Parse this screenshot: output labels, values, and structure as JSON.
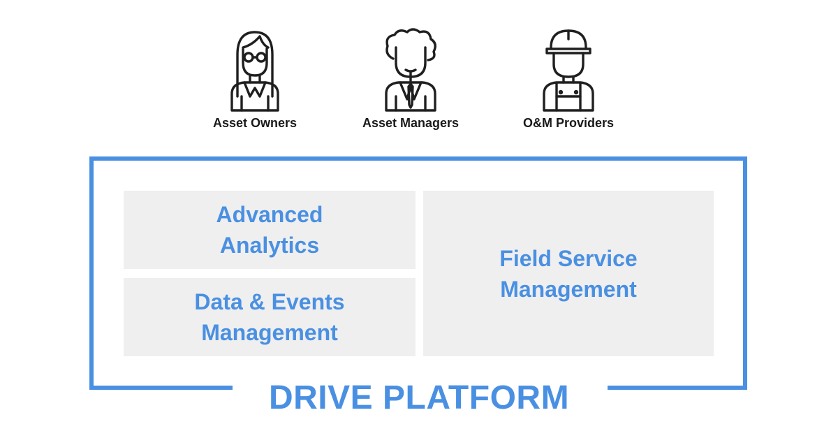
{
  "personas": [
    {
      "label": "Asset Owners",
      "icon": "woman-with-glasses-icon"
    },
    {
      "label": "Asset Managers",
      "icon": "man-with-tie-icon"
    },
    {
      "label": "O&M Providers",
      "icon": "worker-with-hardhat-icon"
    }
  ],
  "modules": {
    "analytics": {
      "line1": "Advanced",
      "line2": "Analytics"
    },
    "data": {
      "line1": "Data & Events",
      "line2": "Management"
    },
    "field": {
      "line1": "Field Service",
      "line2": "Management"
    }
  },
  "platform": {
    "title": "DRIVE PLATFORM"
  },
  "colors": {
    "accent": "#4a90e2",
    "module_bg": "#efefef",
    "icon_stroke": "#1f1f1f"
  }
}
